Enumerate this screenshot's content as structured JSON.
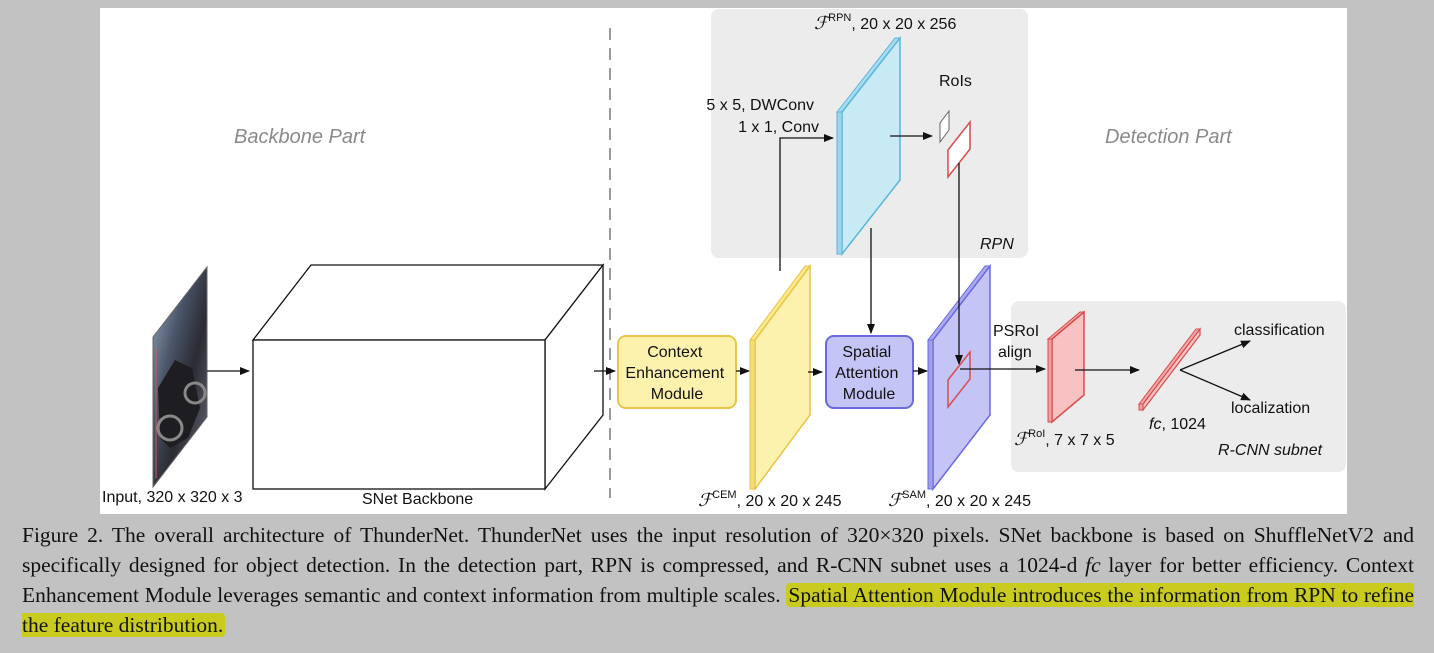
{
  "diagram": {
    "backbone_part_label": "Backbone Part",
    "detection_part_label": "Detection Part",
    "input_label": "Input, 320 x 320 x 3",
    "snet_label": "SNet Backbone",
    "cem_module": [
      "Context",
      "Enhancement",
      "Module"
    ],
    "sam_module": [
      "Spatial",
      "Attention",
      "Module"
    ],
    "feature_symbol": "ℱ",
    "cem_sup": "CEM",
    "cem_dims": ", 20 x 20 x 245",
    "sam_sup": "SAM",
    "sam_dims": ", 20 x 20 x 245",
    "rpn_sup": "RPN",
    "rpn_dims": ", 20 x 20 x 256",
    "rpn_conv_1": "5 x 5, DWConv",
    "rpn_conv_2": "1 x 1, Conv",
    "rois_label": "RoIs",
    "rpn_label": "RPN",
    "psroi_1": "PSRoI",
    "psroi_2": "align",
    "roi_sup": "RoI",
    "roi_dims": ", 7 x 7 x 5",
    "fc_italic": "fc",
    "fc_dims": ", 1024",
    "classification_label": "classification",
    "localization_label": "localization",
    "rcnn_label": "R-CNN subnet",
    "colors": {
      "cem": "#fdf2ad",
      "cem_border": "#e8c44a",
      "sam": "#c5c4f7",
      "sam_border": "#6b6ae0",
      "rpn_map": "#c8eaf5",
      "rpn_border": "#5ab5de",
      "roi": "#f8c2c2",
      "roi_border": "#d84c4c",
      "gray_region": "#ececec",
      "highlight": "#c9cc1f"
    }
  },
  "caption": {
    "part1": "Figure 2.  The overall architecture of ThunderNet. ThunderNet uses the input resolution of 320×320 pixels. SNet backbone is based on ShuffleNetV2 and specifically designed for object detection. In the detection part, RPN is compressed, and R-CNN subnet uses a 1024-d ",
    "fc": "fc",
    "part2": " layer for better efficiency.  Context Enhancement Module leverages semantic and context information from multiple scales. ",
    "highlighted": "Spatial Attention Module introduces the information from RPN to refine the feature distribution."
  }
}
